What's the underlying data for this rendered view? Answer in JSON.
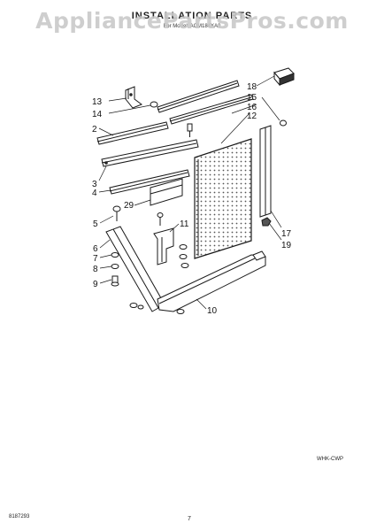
{
  "header": {
    "watermark": "AppliancePartsPros.com",
    "title": "INSTALLATION PARTS",
    "model": "For Model: ACM184XA0"
  },
  "callouts": [
    "13",
    "14",
    "2",
    "3",
    "4",
    "29",
    "5",
    "6",
    "7",
    "8",
    "9",
    "11",
    "10",
    "18",
    "15",
    "16",
    "12",
    "17",
    "19"
  ],
  "footer": {
    "code": "WHK-CWP",
    "doc_number": "8187293",
    "page": "7"
  }
}
